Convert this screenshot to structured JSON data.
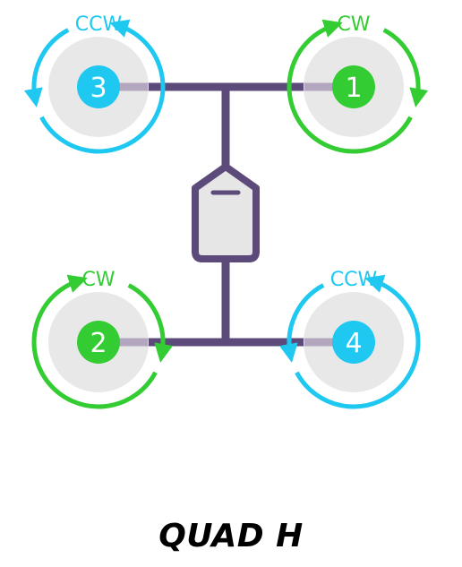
{
  "title": "QUAD H",
  "colors": {
    "cw": "#33cc33",
    "ccw": "#1ec8f0",
    "frame": "#5b4a7a",
    "arm_stub": "#b3a7bf",
    "disc": "#e8e8e8",
    "fc_fill": "#e6e6e6"
  },
  "motors": [
    {
      "number": "3",
      "rotation": "CCW"
    },
    {
      "number": "1",
      "rotation": "CW"
    },
    {
      "number": "2",
      "rotation": "CW"
    },
    {
      "number": "4",
      "rotation": "CCW"
    }
  ]
}
